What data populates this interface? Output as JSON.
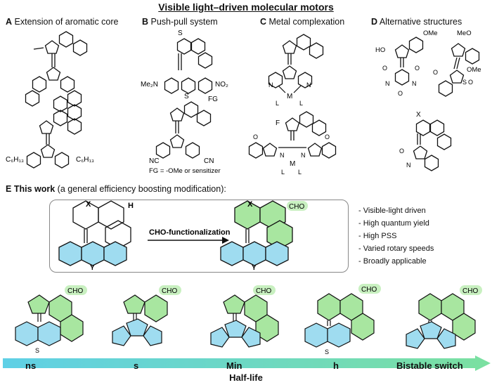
{
  "title": "Visible light–driven molecular motors",
  "panels": [
    {
      "letter": "A",
      "text": "Extension of aromatic core"
    },
    {
      "letter": "B",
      "text": "Push-pull system"
    },
    {
      "letter": "C",
      "text": "Metal complexation"
    },
    {
      "letter": "D",
      "text": "Alternative structures"
    }
  ],
  "panel_a": {
    "sub1": "C₆H₁₃",
    "sub2": "C₆H₁₃"
  },
  "panel_b": {
    "s_top": "S",
    "s_bottom": "S",
    "nme2": "Me₂N",
    "no2": "NO₂",
    "fg": "FG",
    "cn_left": "NC",
    "cn_right": "CN",
    "fg_note": "FG = -OMe or sensitizer"
  },
  "panel_c": {
    "m1": "M",
    "m2": "M",
    "l": "L",
    "n": "N",
    "f": "F",
    "o": "O"
  },
  "panel_d": {
    "ho": "HO",
    "ome": "OMe",
    "meo": "MeO",
    "o": "O",
    "n": "N",
    "s": "S",
    "x": "X"
  },
  "work": {
    "letter": "E",
    "bold": "This work",
    "rest": "(a general efficiency boosting modification):",
    "arrow_label": "CHO-functionalization",
    "x": "X",
    "y": "Y",
    "h": "H",
    "cho": "CHO",
    "features": [
      "- Visible-light driven",
      "- High quantum yield",
      "- High PSS",
      "- Varied rotary speeds",
      "- Broadly applicable"
    ]
  },
  "bottom": {
    "cho": "CHO",
    "s": "S"
  },
  "timeline": {
    "labels": [
      "ns",
      "s",
      "Min",
      "h",
      "Bistable switch"
    ],
    "axis": "Half-life",
    "color_start": "#5fd0e6",
    "color_end": "#7be0a0"
  },
  "colors": {
    "green_fill": "#a8e6a0",
    "blue_fill": "#9fdcf0",
    "cho_fill": "#c8f0c0"
  }
}
